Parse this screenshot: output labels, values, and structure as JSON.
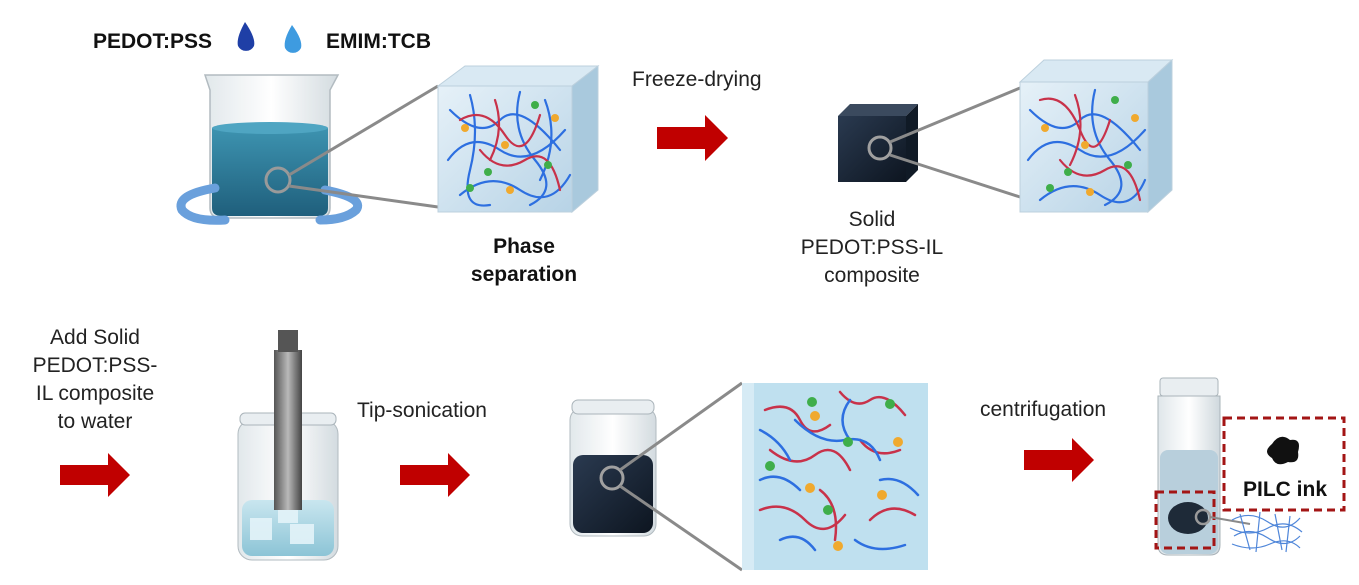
{
  "top_row": {
    "reagent_a": "PEDOT:PSS",
    "reagent_b": "EMIM:TCB",
    "phase_label_line1": "Phase",
    "phase_label_line2": "separation",
    "freeze_label": "Freeze-drying",
    "solid_line1": "Solid",
    "solid_line2": "PEDOT:PSS-IL",
    "solid_line3": "composite"
  },
  "bottom_row": {
    "add_line1": "Add Solid",
    "add_line2": "PEDOT:PSS-",
    "add_line3": "IL composite",
    "add_line4": "to water",
    "sonication_label": "Tip-sonication",
    "centrifugation_label": "centrifugation",
    "ink_label": "PILC ink"
  },
  "colors": {
    "arrow": "#c00000",
    "solution_blue": "#2f7f9f",
    "pedot_chain": "#2d6fe0",
    "pss_chain": "#c8324a",
    "dark_ink": "#17212d",
    "frame": "#8a8a8a",
    "dashed_box": "#a31515"
  }
}
